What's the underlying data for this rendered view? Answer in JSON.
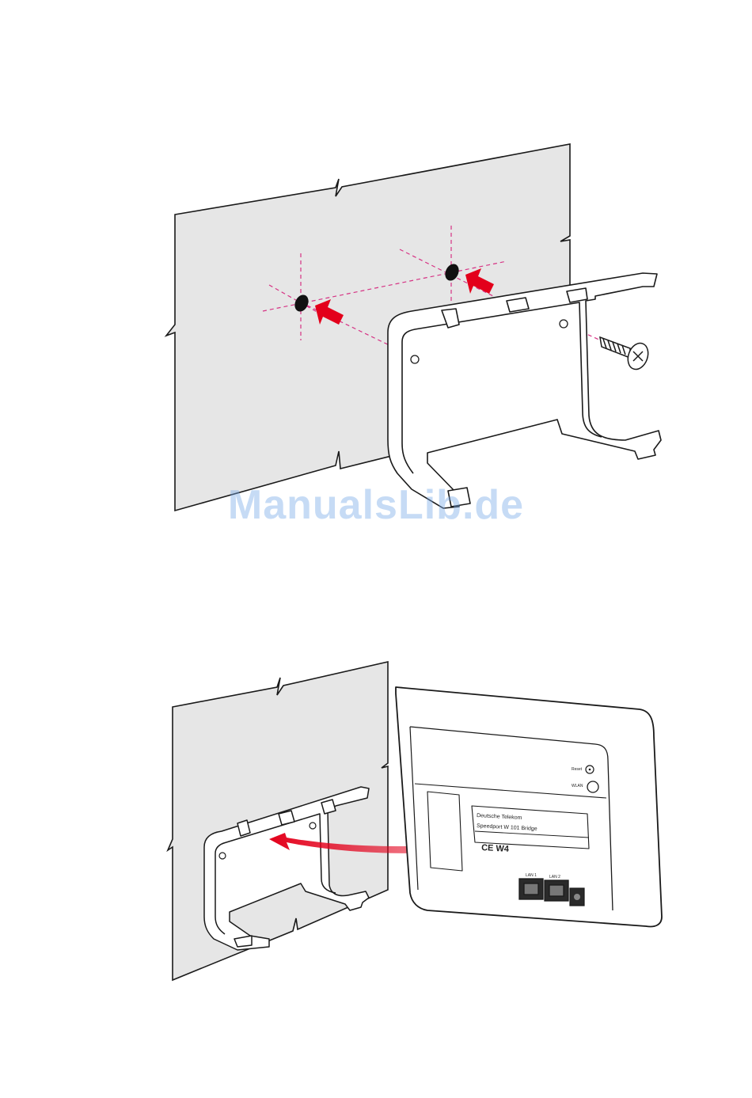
{
  "watermark": "ManualsLib.de",
  "device_label": {
    "brand": "Deutsche Telekom",
    "model": "Speedport W 101 Bridge",
    "marks": "CE W4"
  },
  "ports": {
    "reset": "Reset",
    "wlan": "WLAN",
    "lan1": "LAN 1",
    "lan2": "LAN 2"
  },
  "colors": {
    "wall": "#e6e6e6",
    "guide": "#d63384",
    "arrow": "#e3001b",
    "outline": "#1a1a1a"
  },
  "icons": [
    "screw-icon",
    "drill-hole-icon",
    "push-arrow-icon",
    "curved-arrow-icon",
    "power-port-icon"
  ]
}
